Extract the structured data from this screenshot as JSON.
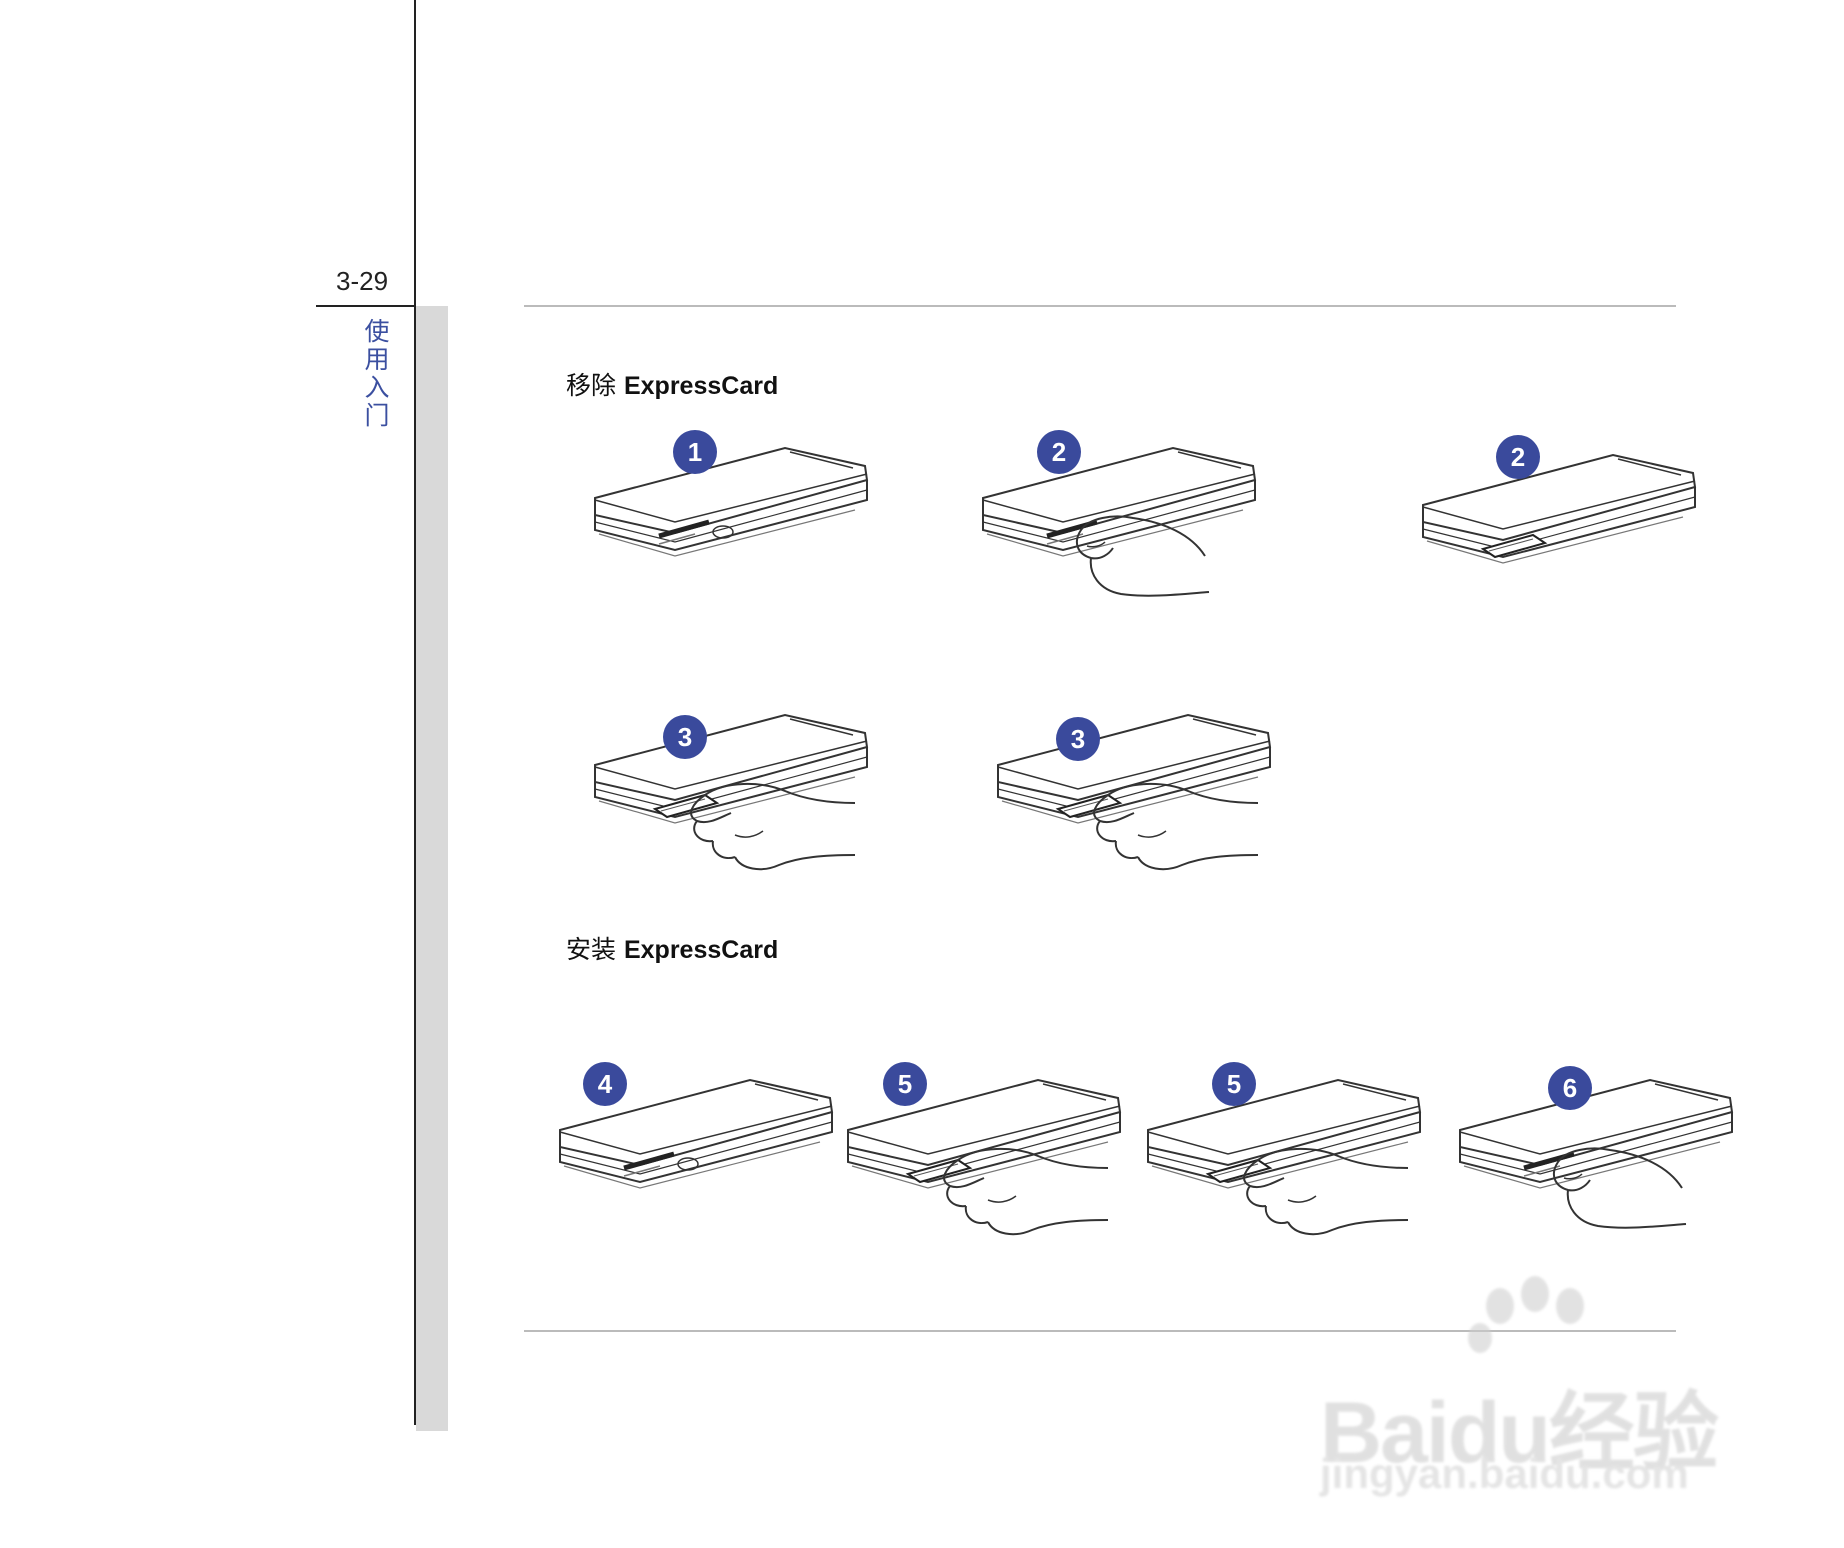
{
  "page": {
    "page_number": "3-29",
    "chapter_title_chars": [
      "使",
      "用",
      "入",
      "门"
    ]
  },
  "sections": {
    "remove": {
      "cn": "移除",
      "en": "ExpressCard"
    },
    "install": {
      "cn": "安装",
      "en": "ExpressCard"
    }
  },
  "steps": {
    "remove": [
      "1",
      "2",
      "2",
      "3",
      "3"
    ],
    "install": [
      "4",
      "5",
      "5",
      "6"
    ]
  },
  "colors": {
    "badge": "#3a4a9c",
    "line_art": "#333333",
    "chapter_text": "#3b4fa0"
  },
  "watermark": {
    "main": "Baidu经验",
    "sub": "jingyan.baidu.com"
  }
}
